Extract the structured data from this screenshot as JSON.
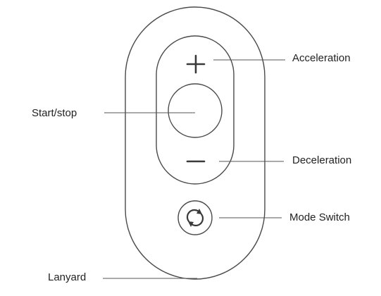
{
  "labels": {
    "acceleration": "Acceleration",
    "start_stop": "Start/stop",
    "deceleration": "Deceleration",
    "mode_switch": "Mode Switch",
    "lanyard": "Lanyard"
  },
  "colors": {
    "outline": "#4a4a4a",
    "text": "#222222",
    "background": "#ffffff"
  },
  "icons": {
    "plus": "plus-icon",
    "minus": "minus-icon",
    "mode": "cycle-arrows-icon"
  }
}
